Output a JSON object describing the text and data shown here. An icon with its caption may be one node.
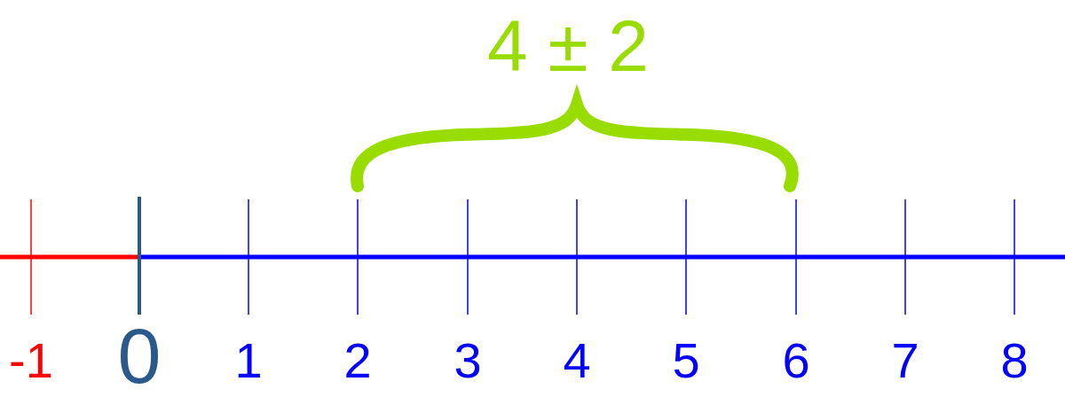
{
  "diagram": {
    "labels": [
      "4 ± 2",
      "-1",
      "0",
      "1",
      "2",
      "3",
      "4",
      "5",
      "6",
      "7",
      "8"
    ]
  }
}
